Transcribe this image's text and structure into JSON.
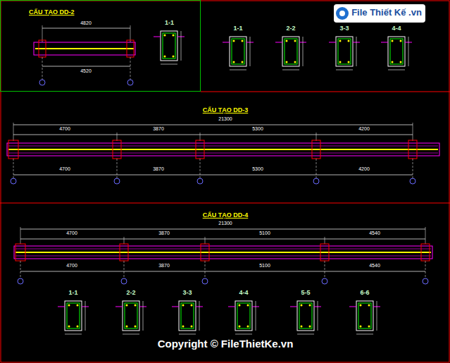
{
  "diagram": {
    "nodes": [
      {
        "text": [
          "CẤU TẠO DD-2",
          "1-1"
        ]
      }
    ],
    "labels": [
      "CẤU TẠO DD-3",
      "CẤU TẠO DD-4",
      "1-1",
      "2-2",
      "3-3",
      "4-4",
      "1-1",
      "2-2",
      "3-3",
      "4-4",
      "5-5",
      "6-6",
      "21300",
      "21300",
      "4700",
      "3870",
      "5300",
      "4200",
      "4700",
      "3870",
      "5300",
      "4200",
      "4700",
      "3870",
      "5100",
      "4540",
      "4700",
      "3870",
      "5100",
      "4540",
      "4820",
      "4520",
      "Copyright © FileThietKe.vn",
      "File Thiết Kế .vn"
    ]
  }
}
